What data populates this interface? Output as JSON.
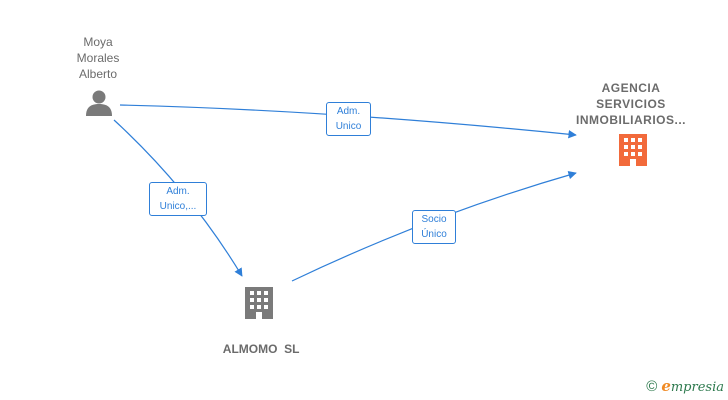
{
  "nodes": {
    "person": {
      "line1": "Moya",
      "line2": "Morales",
      "line3": "Alberto",
      "icon": "person-icon"
    },
    "target_company": {
      "line1": "AGENCIA",
      "line2": "SERVICIOS",
      "line3": "INMOBILIARIOS...",
      "icon": "building-icon",
      "color": "#f26a3b"
    },
    "mid_company": {
      "label": "ALMOMO  SL",
      "icon": "building-icon",
      "color": "#7a7a7a"
    }
  },
  "edges": [
    {
      "id": "person-to-target",
      "line1": "Adm.",
      "line2": "Unico"
    },
    {
      "id": "person-to-mid",
      "line1": "Adm.",
      "line2": "Unico,..."
    },
    {
      "id": "mid-to-target",
      "line1": "Socio",
      "line2": "Único"
    }
  ],
  "colors": {
    "edge": "#2f7fd8",
    "person_icon": "#7a7a7a",
    "brand_green": "#2e7a4e",
    "brand_orange": "#f08a24"
  },
  "footer": {
    "copyright": "©",
    "brand_e": "e",
    "brand_rest": "mpresia"
  }
}
